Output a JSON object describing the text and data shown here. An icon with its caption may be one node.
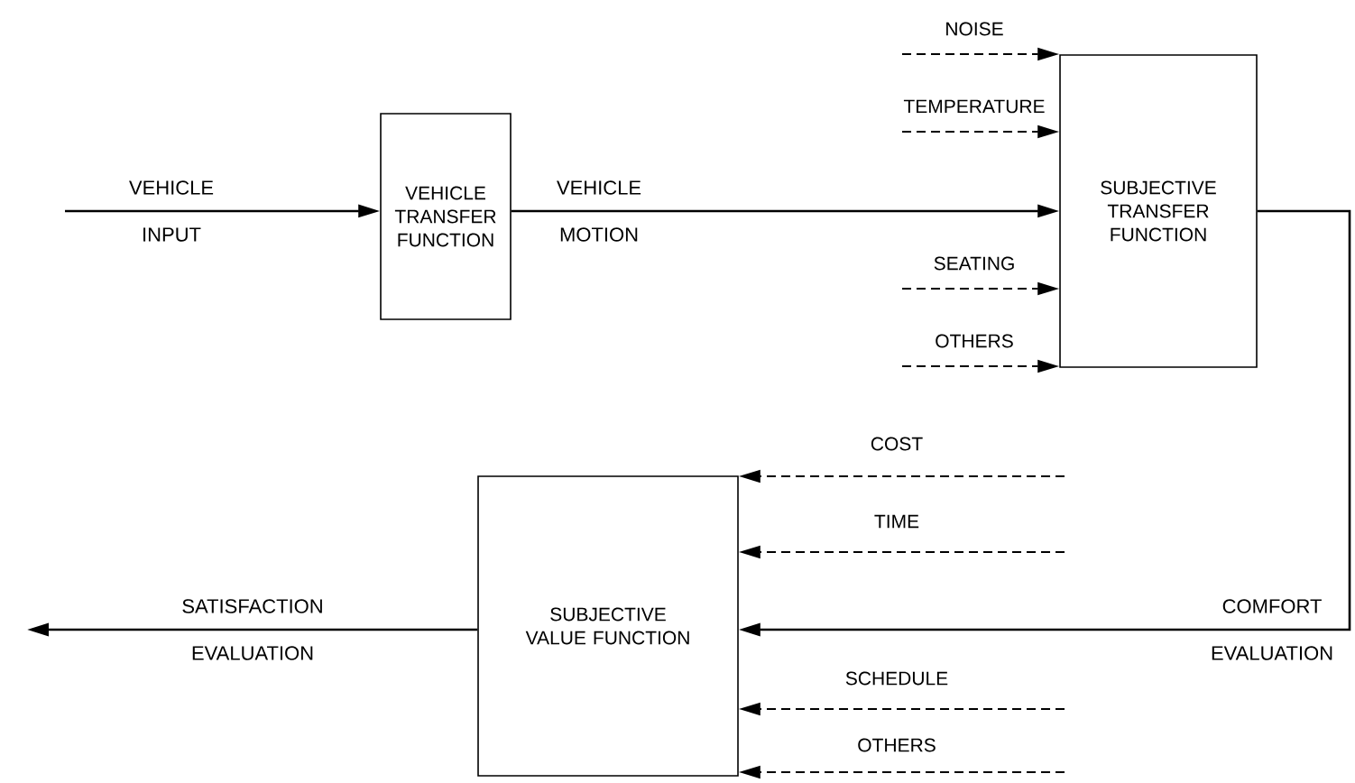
{
  "diagram": {
    "nodes": [
      {
        "text": [
          "VEHICLE TRANSFER FUNCTION"
        ]
      },
      {
        "text": [
          "SUBJECTIVE TRANSFER FUNCTION"
        ]
      },
      {
        "text": [
          "SUBJECTIVE VALUE FUNCTION"
        ]
      }
    ],
    "edges": [
      {
        "from": null,
        "to": 0,
        "arrow": "to",
        "label": "VEHICLE INPUT"
      },
      {
        "from": 0,
        "to": 1,
        "arrow": "to",
        "label": "VEHICLE MOTION"
      },
      {
        "from": null,
        "to": 1,
        "arrow": "to",
        "label": "NOISE",
        "style": "dashed"
      },
      {
        "from": null,
        "to": 1,
        "arrow": "to",
        "label": "TEMPERATURE",
        "style": "dashed"
      },
      {
        "from": null,
        "to": 1,
        "arrow": "to",
        "label": "SEATING",
        "style": "dashed"
      },
      {
        "from": null,
        "to": 1,
        "arrow": "to",
        "label": "OTHERS",
        "style": "dashed"
      },
      {
        "from": 1,
        "to": 2,
        "arrow": "to",
        "label": "COMFORT EVALUATION"
      },
      {
        "from": null,
        "to": 2,
        "arrow": "to",
        "label": "COST",
        "style": "dashed"
      },
      {
        "from": null,
        "to": 2,
        "arrow": "to",
        "label": "TIME",
        "style": "dashed"
      },
      {
        "from": null,
        "to": 2,
        "arrow": "to",
        "label": "SCHEDULE",
        "style": "dashed"
      },
      {
        "from": null,
        "to": 2,
        "arrow": "to",
        "label": "OTHERS",
        "style": "dashed"
      },
      {
        "from": 2,
        "to": null,
        "arrow": "to",
        "label": "SATISFACTION EVALUATION"
      }
    ]
  }
}
